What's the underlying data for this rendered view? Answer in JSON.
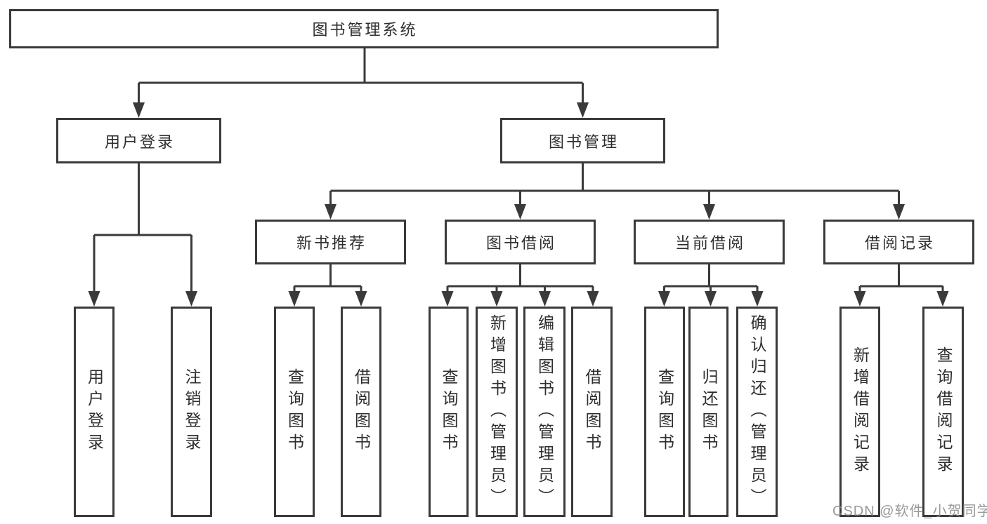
{
  "diagram_title": "图书管理系统",
  "tree": {
    "root": {
      "label": "图书管理系统",
      "children": [
        {
          "label": "用户登录",
          "children": [
            {
              "label": "用户登录"
            },
            {
              "label": "注销登录"
            }
          ]
        },
        {
          "label": "图书管理",
          "children": [
            {
              "label": "新书推荐",
              "children": [
                {
                  "label": "查询图书"
                },
                {
                  "label": "借阅图书"
                }
              ]
            },
            {
              "label": "图书借阅",
              "children": [
                {
                  "label": "查询图书"
                },
                {
                  "label": "新增图书（管理员）"
                },
                {
                  "label": "编辑图书（管理员）"
                },
                {
                  "label": "借阅图书"
                }
              ]
            },
            {
              "label": "当前借阅",
              "children": [
                {
                  "label": "查询图书"
                },
                {
                  "label": "归还图书"
                },
                {
                  "label": "确认归还（管理员）"
                }
              ]
            },
            {
              "label": "借阅记录",
              "children": [
                {
                  "label": "新增借阅记录"
                },
                {
                  "label": "查询借阅记录"
                }
              ]
            }
          ]
        }
      ]
    }
  },
  "watermark": {
    "text": "CSDN @软件_小贺同学"
  },
  "colors": {
    "line": "#3a3a3a",
    "box_border": "#3a3a3a",
    "box_fill": "#ffffff",
    "text": "#2e2e2e",
    "watermark": "#878787",
    "background": "#ffffff"
  }
}
